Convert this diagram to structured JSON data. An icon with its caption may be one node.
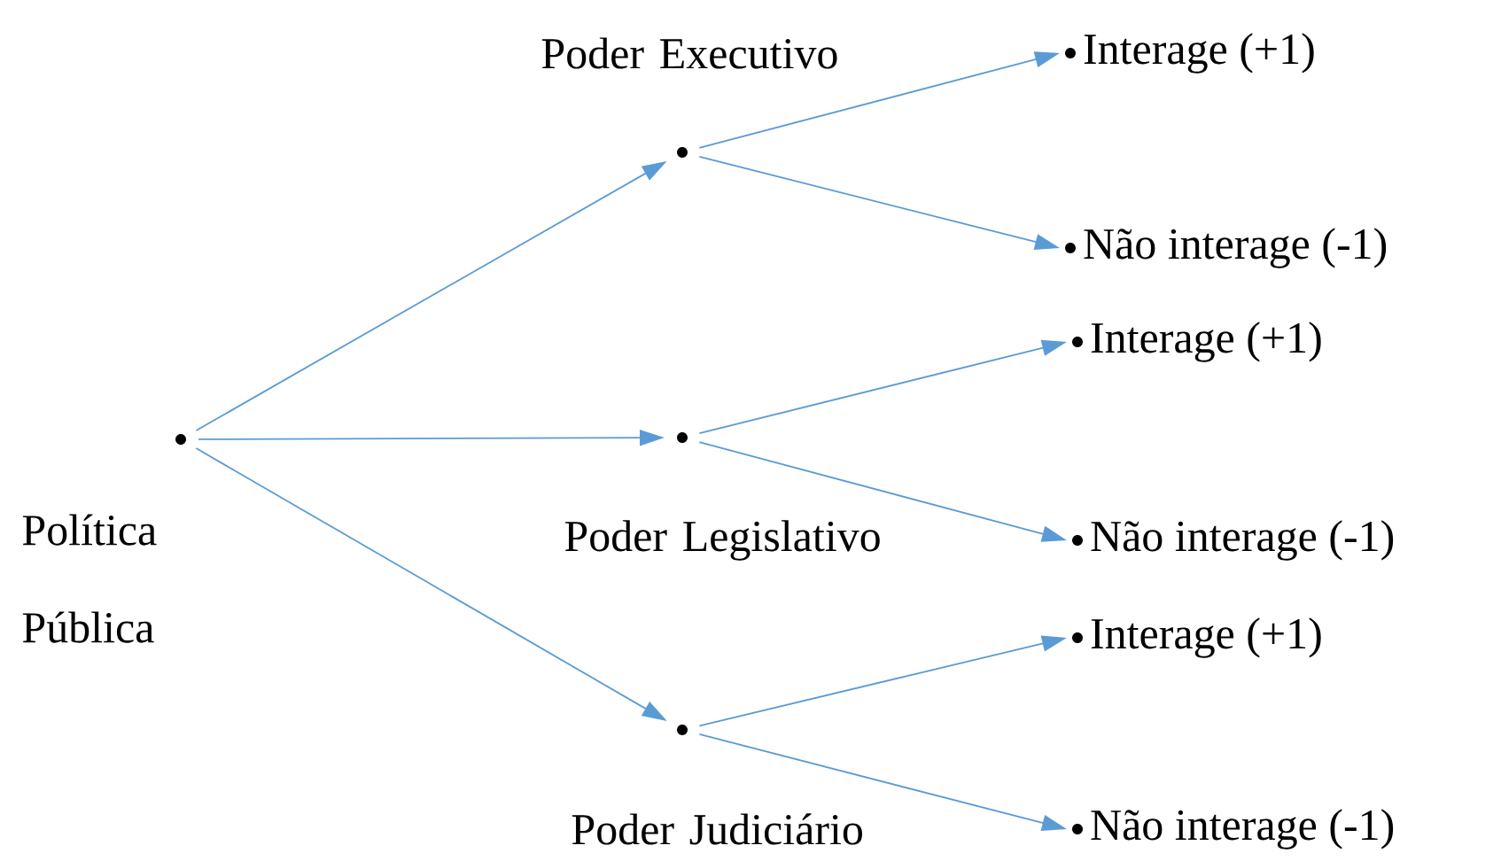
{
  "diagram": {
    "nodes": [
      {
        "text": [],
        "shape": "circle",
        "beside": [
          "Política Pública"
        ]
      },
      {
        "text": [],
        "shape": "circle",
        "beside": [
          "Poder Executivo"
        ]
      },
      {
        "text": [],
        "shape": "circle",
        "beside": [
          "Poder Legislativo"
        ]
      },
      {
        "text": [],
        "shape": "circle",
        "beside": [
          "Poder Judiciário"
        ]
      },
      {
        "text": [
          "Interage (+1)"
        ]
      },
      {
        "text": [
          "Não interage (-1)"
        ]
      },
      {
        "text": [
          "Interage (+1)"
        ]
      },
      {
        "text": [
          "Não interage (-1)"
        ]
      },
      {
        "text": [
          "Interage (+1)"
        ]
      },
      {
        "text": [
          "Não interage (-1)"
        ]
      }
    ],
    "edges": [
      {
        "from": 0,
        "to": 1,
        "arrow": "to"
      },
      {
        "from": 0,
        "to": 2,
        "arrow": "to"
      },
      {
        "from": 0,
        "to": 3,
        "arrow": "to"
      },
      {
        "from": 1,
        "to": 4,
        "arrow": "to"
      },
      {
        "from": 1,
        "to": 5,
        "arrow": "to"
      },
      {
        "from": 2,
        "to": 6,
        "arrow": "to"
      },
      {
        "from": 2,
        "to": 7,
        "arrow": "to"
      },
      {
        "from": 3,
        "to": 8,
        "arrow": "to"
      },
      {
        "from": 3,
        "to": 9,
        "arrow": "to"
      }
    ]
  }
}
